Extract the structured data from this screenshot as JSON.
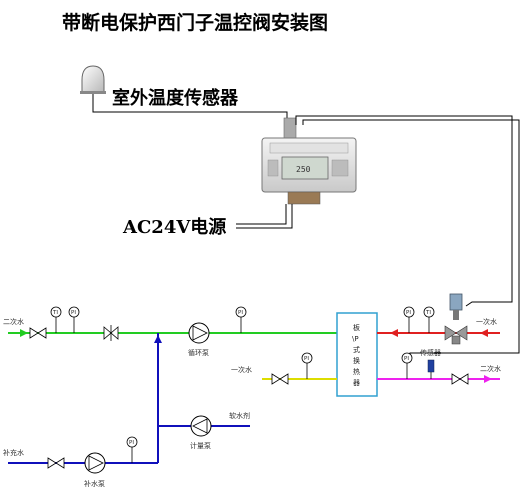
{
  "title": "带断电保护西门子温控阀安装图",
  "labels": {
    "outdoor_sensor": "室外温度传感器",
    "power": "AC24V电源",
    "controller_display": "250"
  },
  "pipe_labels": {
    "secondary_left": "二次水",
    "secondary_top_right": "一次水",
    "primary_mid_left": "一次水",
    "secondary_bottom_right": "二次水",
    "makeup_water": "补充水",
    "circulation_pump": "循环泵",
    "makeup_pump": "补水泵",
    "dosing_pump": "计量泵",
    "softener": "软水剂",
    "sensor": "传感器"
  },
  "heat_exchanger": [
    "板",
    "\\P",
    "式",
    "换",
    "热",
    "器"
  ],
  "instruments": {
    "pressure": "PI",
    "temperature": "TI"
  },
  "colors": {
    "green_pipe": "#22cc22",
    "red_pipe": "#e02020",
    "yellow_pipe": "#dddd00",
    "magenta_pipe": "#ee22ee",
    "blue_pipe": "#1010bb",
    "hx_border": "#30a0d0",
    "wire": "#000000"
  }
}
